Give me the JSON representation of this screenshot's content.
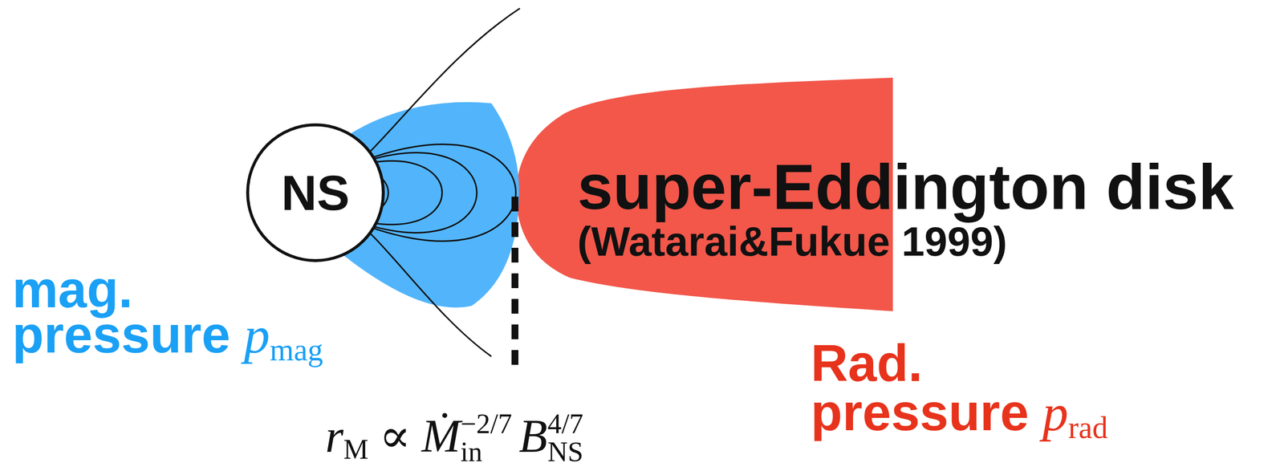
{
  "diagram": {
    "nodes": [
      {
        "text": [
          "NS"
        ]
      }
    ],
    "labels": [
      "super-Eddington disk",
      "(Watarai&Fukue 1999)",
      "mag.",
      "pressure",
      "p",
      "mag",
      "Rad.",
      "pressure",
      "p",
      "rad",
      "r",
      "M",
      "∝",
      "Ṁ",
      "in",
      "−2/7",
      "B",
      "NS",
      "4/7"
    ]
  }
}
